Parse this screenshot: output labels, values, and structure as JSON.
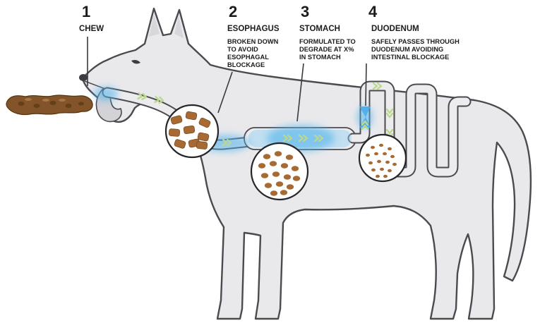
{
  "steps": [
    {
      "number": "1",
      "title": "CHEW",
      "desc_lines": []
    },
    {
      "number": "2",
      "title": "ESOPHAGUS",
      "desc_lines": [
        "BROKEN DOWN",
        "TO AVOID",
        "ESOPHAGAL",
        "BLOCKAGE"
      ]
    },
    {
      "number": "3",
      "title": "STOMACH",
      "desc_lines": [
        "FORMULATED TO",
        "DEGRADE AT X%",
        "IN STOMACH"
      ]
    },
    {
      "number": "4",
      "title": "DUODENUM",
      "desc_lines": [
        "SAFELY PASSES THROUGH",
        "DUODENUM AVOIDING",
        "INTESTINAL BLOCKAGE"
      ]
    }
  ],
  "icons": {
    "flow_chevron": "double-chevron-right"
  },
  "colors": {
    "body": "#e9e9ec",
    "outline": "#4a4a4f",
    "accent_blue": "#55b4ea",
    "chevron_green": "#bcd88c",
    "chew_brown": "#83542a",
    "text": "#1c1c1e",
    "tube": "#ececef",
    "tongue": "#d2d2d7",
    "particle": "#a76a33"
  }
}
